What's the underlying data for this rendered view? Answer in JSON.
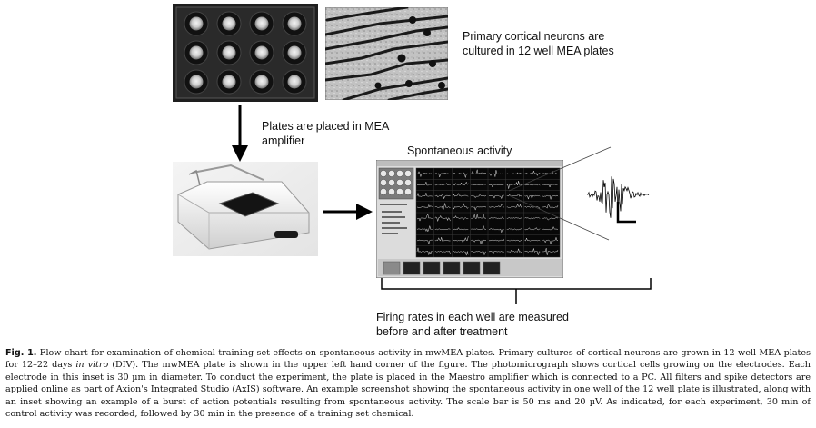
{
  "figure": {
    "labels": {
      "neurons_line1": "Primary cortical neurons are",
      "neurons_line2": "cultured in 12 well MEA plates",
      "plates_line1": "Plates are placed in MEA",
      "plates_line2": "amplifier",
      "spontaneous": "Spontaneous  activity",
      "firing_line1": "Firing rates in each well are measured",
      "firing_line2": "before and after treatment"
    },
    "caption": {
      "fig_label": "Fig. 1.",
      "part1": " Flow chart for examination of chemical training set effects on spontaneous activity in mwMEA plates. Primary cultures of cortical neurons are grown in 12 well MEA plates for 12–22 days ",
      "in_vitro": "in vitro",
      "part2": " (DIV). The mwMEA plate is shown in the upper left hand corner of the figure. The photomicrograph shows cortical cells growing on the electrodes. Each electrode in this inset is 30 µm in diameter. To conduct the experiment, the plate is placed in the Maestro amplifier which is connected to a PC. All filters and spike detectors are applied online as part of Axion's Integrated Studio (AxIS) software. An example screenshot showing the spontaneous activity in one well of the 12 well plate is illustrated, along with an inset showing an example of a burst of action potentials resulting from spontaneous activity. The scale bar is 50 ms and 20 µV. As indicated, for each experiment, 30 min of control activity was recorded, followed by 30 min in the presence of a training set chemical."
    }
  },
  "colors": {
    "plate_dark": "#1e1e1e",
    "well_light": "#d9d9d9",
    "micrograph_bg": "#b8b8b8",
    "arrow": "#000000"
  }
}
